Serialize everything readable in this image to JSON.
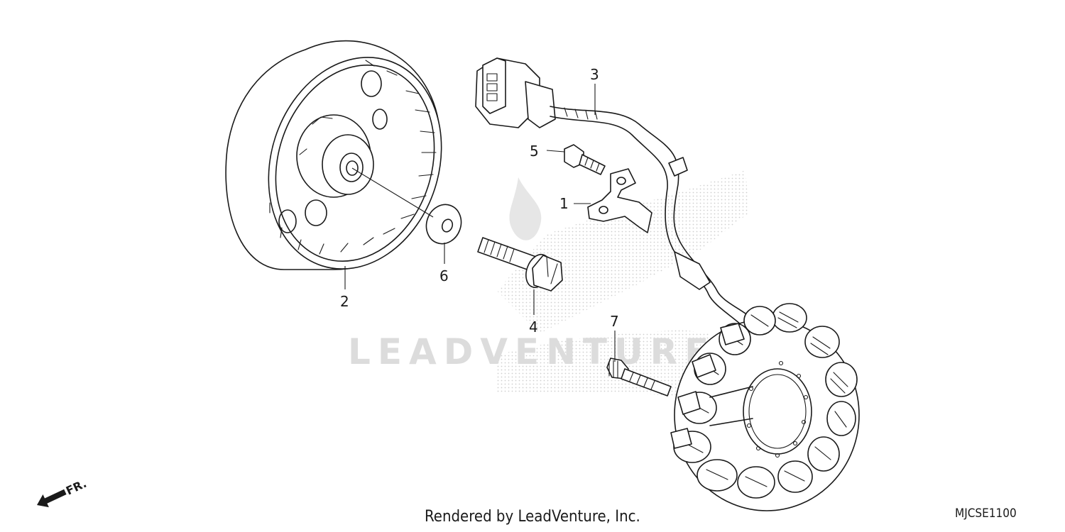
{
  "diagram": {
    "callouts": [
      {
        "id": "1",
        "label": "1"
      },
      {
        "id": "2",
        "label": "2"
      },
      {
        "id": "3",
        "label": "3"
      },
      {
        "id": "4",
        "label": "4"
      },
      {
        "id": "5",
        "label": "5"
      },
      {
        "id": "6",
        "label": "6"
      },
      {
        "id": "7",
        "label": "7"
      }
    ],
    "front_indicator": "FR.",
    "watermark": "LEADVENTURE",
    "credit": "Rendered by LeadVenture, Inc.",
    "drawing_code": "MJCSE1100"
  },
  "colors": {
    "line": "#1a1a1a",
    "watermark": "#d9d9d9",
    "background": "#ffffff"
  }
}
